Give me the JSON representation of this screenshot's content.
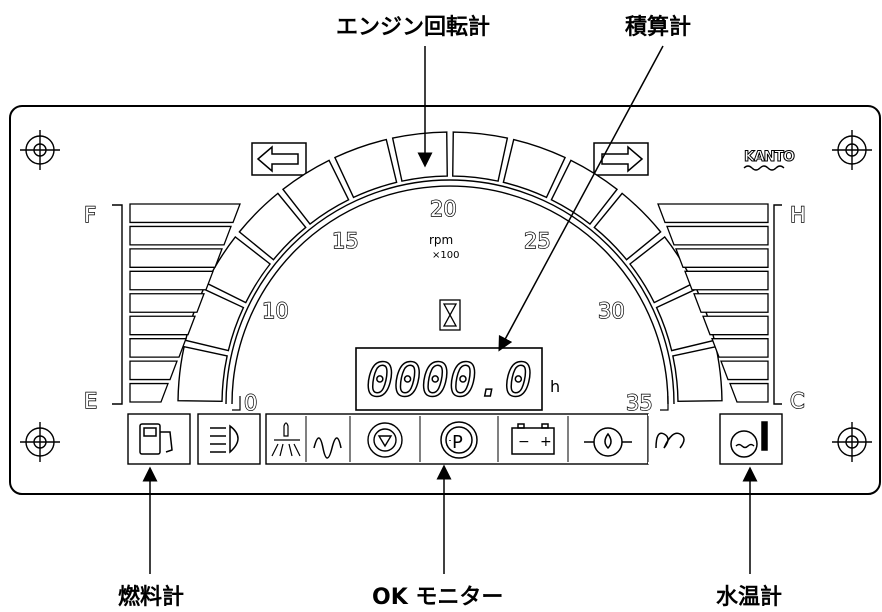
{
  "callouts": {
    "tachometer": "エンジン回転計",
    "hourmeter": "積算計",
    "fuel_gauge": "燃料計",
    "ok_monitor": "OK モニター",
    "water_temp": "水温計"
  },
  "brand": "KANTO",
  "tachometer": {
    "scale_marks": [
      "0",
      "10",
      "15",
      "20",
      "25",
      "30",
      "35"
    ],
    "unit": "rpm",
    "multiplier": "×100"
  },
  "hourmeter": {
    "reading": "0000.0",
    "unit": "h"
  },
  "fuel_gauge": {
    "full_label": "F",
    "empty_label": "E"
  },
  "temp_gauge": {
    "hot_label": "H",
    "cold_label": "C"
  },
  "indicator_icons": [
    "fuel-icon",
    "headlight-icon",
    "washer-icon",
    "glow-plug-icon",
    "hydraulic-icon",
    "parking-brake-icon",
    "battery-icon",
    "oil-pressure-icon",
    "air-filter-icon",
    "coolant-temp-icon"
  ],
  "parking_symbol": "P",
  "battery_minus": "−",
  "battery_plus": "+"
}
